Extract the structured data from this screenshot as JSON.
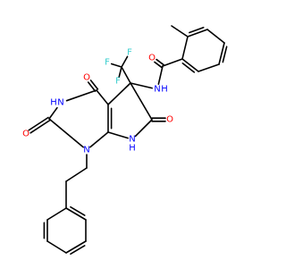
{
  "colors": {
    "bond": "#000000",
    "carbon": "#000000",
    "nitrogen": "#0000ff",
    "oxygen": "#ff0000",
    "fluorine": "#33cccc",
    "background": "#ffffff"
  },
  "labels": {
    "f1": "F",
    "f2": "F",
    "f3": "F",
    "o_amide": "O",
    "nh_amide": "N",
    "nh_amide_h": "H",
    "o_c4": "O",
    "o_c2": "O",
    "o_c6": "O",
    "n3": "N",
    "n3_h": "H",
    "n1": "N",
    "n7": "N",
    "n7_h": "H"
  }
}
